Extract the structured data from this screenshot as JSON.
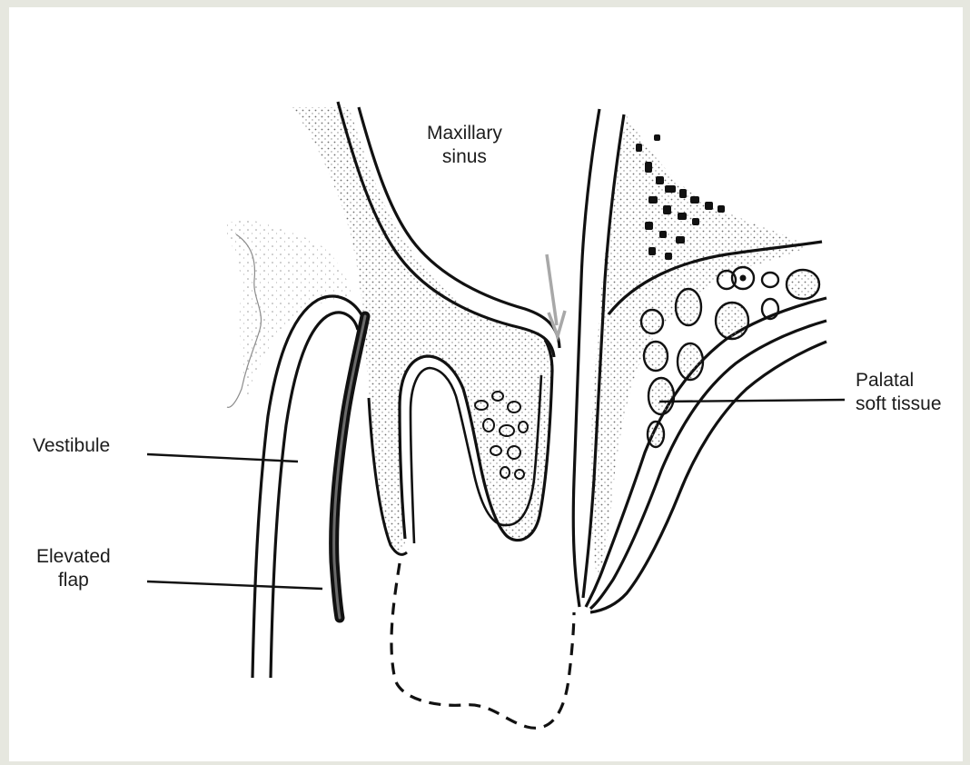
{
  "figure": {
    "labels": {
      "maxillary_sinus": [
        "Maxillary",
        "sinus"
      ],
      "vestibule": "Vestibule",
      "elevated_flap": [
        "Elevated",
        "flap"
      ],
      "palatal_soft_tissue": [
        "Palatal",
        "soft tissue"
      ]
    },
    "colors": {
      "background": "#ffffff",
      "frame": "#e6e7df",
      "ink": "#111111",
      "arrow": "#a8a8a8",
      "stipple": "#7a7a7a"
    }
  }
}
